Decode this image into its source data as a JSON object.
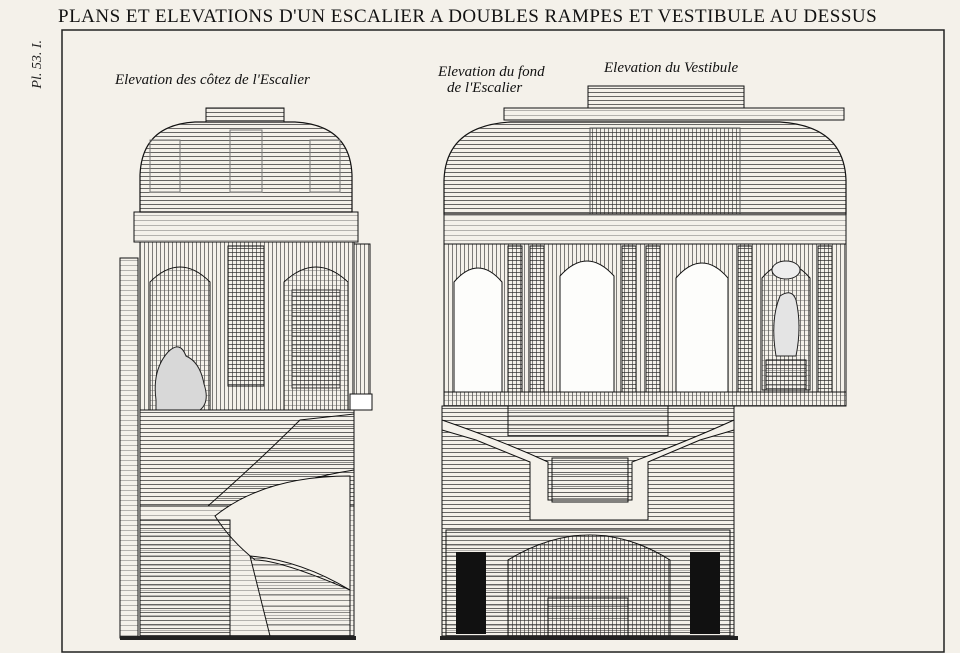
{
  "title": "PLANS ET ELEVATIONS D'UN ESCALIER A DOUBLES RAMPES ET VESTIBULE AU DESSUS",
  "plate_number": "Pl. 53. I.",
  "captions": {
    "left": "Elevation des côtez de l'Escalier",
    "middle_line1": "Elevation du fond",
    "middle_line2": "de l'Escalier",
    "right": "Elevation du Vestibule"
  },
  "colors": {
    "paper": "#f4f1ea",
    "ink": "#1a1a1a",
    "shade": "#3a3a3a",
    "mid": "#6d6d6d",
    "light": "#bdbdbd"
  }
}
